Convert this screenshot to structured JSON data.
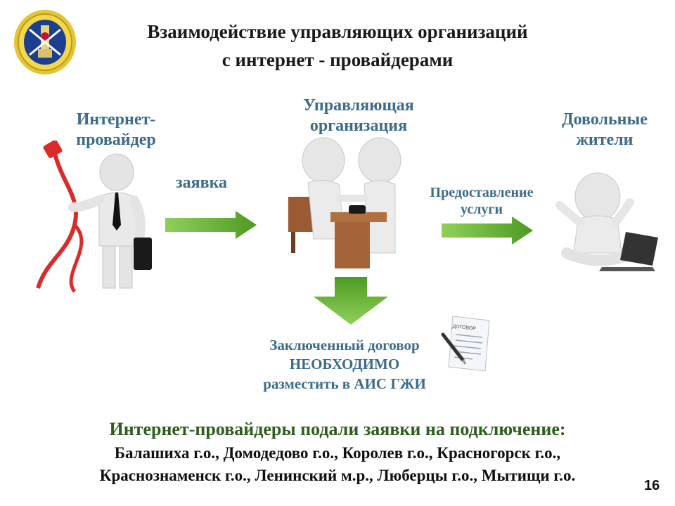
{
  "title": {
    "line1": "Взаимодействие управляющих организаций",
    "line2": "с  интернет - провайдерами"
  },
  "actors": {
    "provider": {
      "line1": "Интернет-",
      "line2": "провайдер"
    },
    "org": {
      "line1": "Управляющая",
      "line2": "организация"
    },
    "residents": {
      "line1": "Довольные",
      "line2": "жители"
    }
  },
  "arrows": {
    "request_label": "заявка",
    "service_label_1": "Предоставление",
    "service_label_2": "услуги"
  },
  "contract": {
    "line1": "Заключенный договор",
    "line2": "НЕОБХОДИМО",
    "line3": "разместить в АИС ГЖИ",
    "doc_title": "ДОГОВОР"
  },
  "bottom": {
    "heading": "Интернет-провайдеры подали заявки на подключение:",
    "line1": "Балашиха г.о., Домодедово г.о., Королев г.о., Красногорск г.о.,",
    "line2": "Краснознаменск г.о., Ленинский м.р., Люберцы г.о., Мытищи г.о."
  },
  "page_number": "16",
  "colors": {
    "arrow_green": "#5fae2e",
    "label_blue": "#3d6b8c",
    "heading_green": "#2e5e1e",
    "cable_red": "#d92b2b"
  }
}
